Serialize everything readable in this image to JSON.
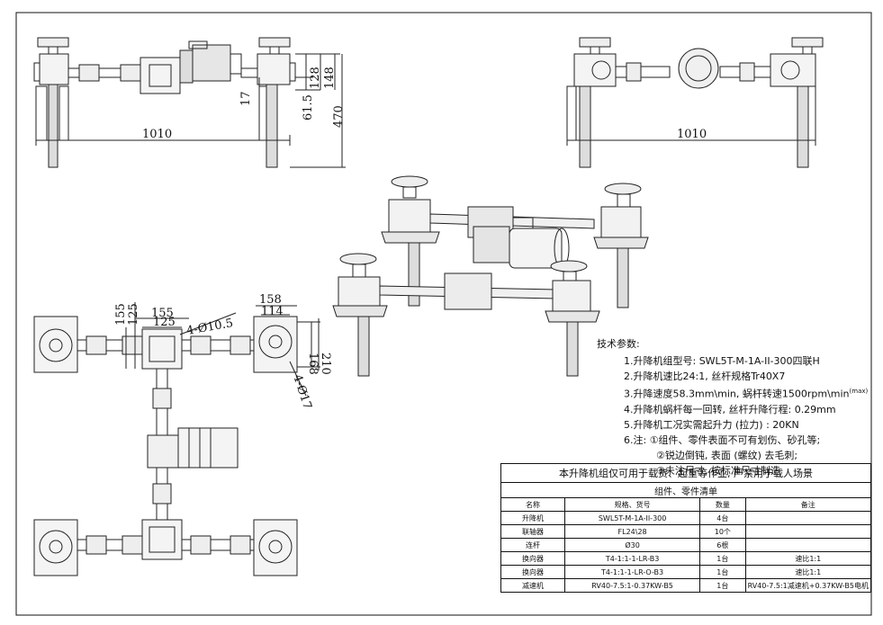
{
  "dims_top_left": {
    "d1010": "1010",
    "d128": "128",
    "d148": "148",
    "d17": "17",
    "d61_5": "61.5",
    "d470": "470"
  },
  "dims_top_right": {
    "d1010": "1010"
  },
  "dims_plan": {
    "d155a": "155",
    "d125a": "125",
    "d155b": "155",
    "d125b": "125",
    "hole1": "4-Ø10.5",
    "d158": "158",
    "d114": "114",
    "d168": "168",
    "d210": "210",
    "hole2": "4-Ø17"
  },
  "tech": {
    "heading": "技术参数:",
    "l1": "1.升降机组型号: SWL5T-M-1A-II-300四联H",
    "l2": "2.升降机速比24:1, 丝杆规格Tr40X7",
    "l3": "3.升降速度58.3mm\\min, 蜗杆转速1500rpm\\min",
    "l3_sup": "(max)",
    "l4": "4.升降机蜗杆每一回转, 丝杆升降行程: 0.29mm",
    "l5": "5.升降机工况实需起升力 (拉力) : 20KN",
    "l6": "6.注: ①组件、零件表面不可有划伤、砂孔等;",
    "l7": "②锐边倒钝, 表面 (螺纹) 去毛刺;",
    "l8": "③未注尺寸, 按标准尺寸制造"
  },
  "table": {
    "warning": "本升降机组仅可用于载货、起重等作业, 严禁用于载人场景",
    "caption": "组件、零件清单",
    "headers": [
      "名称",
      "规格、货号",
      "数量",
      "备注"
    ],
    "rows": [
      [
        "升降机",
        "SWL5T-M-1A-II-300",
        "4台",
        ""
      ],
      [
        "联轴器",
        "FL24\\28",
        "10个",
        ""
      ],
      [
        "连杆",
        "Ø30",
        "6根",
        ""
      ],
      [
        "换向器",
        "T4-1:1-1-LR-B3",
        "1台",
        "速比1:1"
      ],
      [
        "换向器",
        "T4-1:1-1-LR-O-B3",
        "1台",
        "速比1:1"
      ],
      [
        "减速机",
        "RV40-7.5:1-0.37KW-B5",
        "1台",
        "RV40-7.5:1减速机+0.37KW-B5电机"
      ]
    ]
  }
}
